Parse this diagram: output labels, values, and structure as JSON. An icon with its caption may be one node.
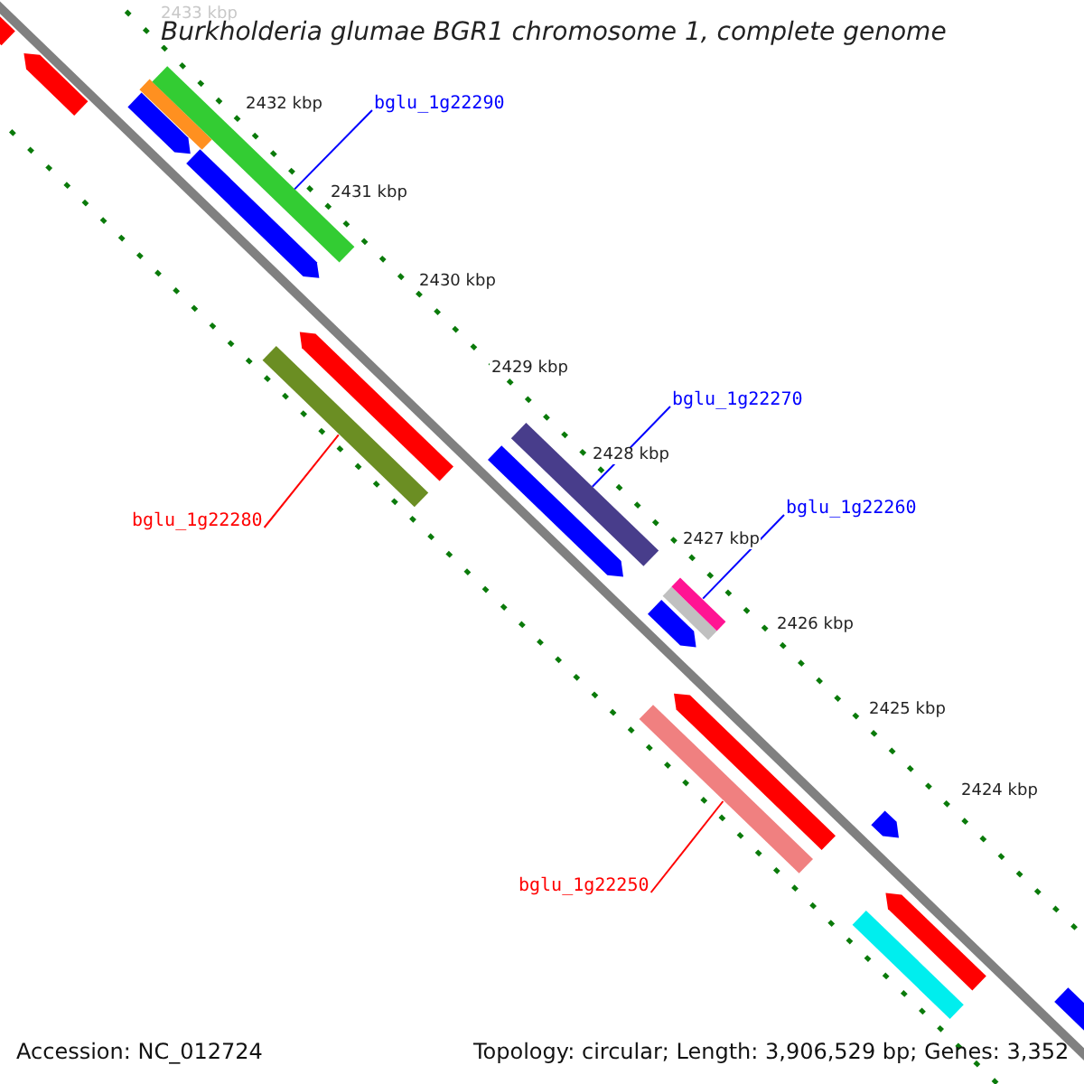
{
  "diagram": {
    "title": "Burkholderia glumae BGR1 chromosome 1, complete genome",
    "nodes": [
      {
        "text": [
          "bglu_1g22290"
        ]
      },
      {
        "text": [],
        "shape": "bar"
      },
      {
        "text": [
          "bglu_1g22280"
        ]
      },
      {
        "text": [],
        "shape": "bar"
      },
      {
        "text": [
          "bglu_1g22270"
        ]
      },
      {
        "text": [],
        "shape": "bar"
      },
      {
        "text": [
          "bglu_1g22260"
        ]
      },
      {
        "text": [],
        "shape": "bar"
      },
      {
        "text": [
          "bglu_1g22250"
        ]
      },
      {
        "text": [],
        "shape": "bar"
      }
    ],
    "edges": [
      {
        "from": 0,
        "to": 1,
        "arrow": "none"
      },
      {
        "from": 2,
        "to": 3,
        "arrow": "none",
        "color": "#ff0000"
      },
      {
        "from": 4,
        "to": 5,
        "arrow": "none"
      },
      {
        "from": 6,
        "to": 7,
        "arrow": "none"
      },
      {
        "from": 8,
        "to": 9,
        "arrow": "none",
        "color": "#ff0000"
      }
    ],
    "labels": [
      "2433 kbp",
      "2432 kbp",
      "2431 kbp",
      "2430 kbp",
      "2429 kbp",
      "2428 kbp",
      "2427 kbp",
      "2426 kbp",
      "2425 kbp",
      "2424 kbp",
      "Accession: NC_012724",
      "Topology: circular; Length: 3,906,529 bp; Genes: 3,352"
    ]
  }
}
